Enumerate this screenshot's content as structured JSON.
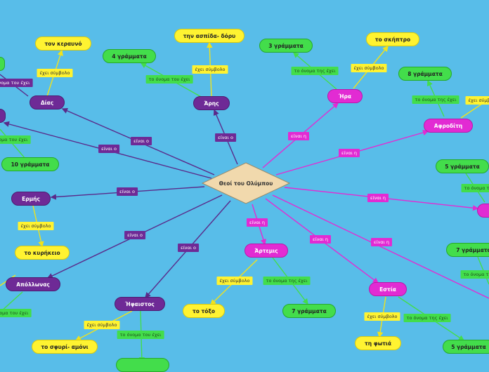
{
  "center": "Θεοί του Ολύμπου",
  "link_masc": "είναι ο",
  "link_fem": "είναι η",
  "has_symbol": "έχει σύμβολο",
  "name_has_m": "το όνομα του έχει",
  "name_has_f": "το όνομα της έχει",
  "gods": {
    "dias": "Δίας",
    "aris": "Άρης",
    "ira": "Ήρα",
    "afroditi": "Αφροδίτη",
    "ermis": "Ερμής",
    "apollonas": "Απόλλωνας",
    "ifaistos": "Ήφαιστος",
    "artemis": "Άρτεμις",
    "estia": "Εστία"
  },
  "symbols": {
    "dias": "τον κεραυνό",
    "aris": "την ασπίδα- δόρυ",
    "ira": "το σκήπτρο",
    "ermis": "το κυρήκειο",
    "ifaistos": "το σφυρί- αμόνι",
    "artemis": "το τόξο",
    "estia": "τη φωτιά"
  },
  "letters": {
    "aris": "4 γράμματα",
    "ira": "3 γράμματα",
    "afroditi": "8 γράμματα",
    "apollonas": "10 γράμματα",
    "unknown": "5 γράμματα",
    "artemis": "7 γράμματα",
    "right": "7 γράμματα",
    "estia": "5 γράμματα"
  }
}
